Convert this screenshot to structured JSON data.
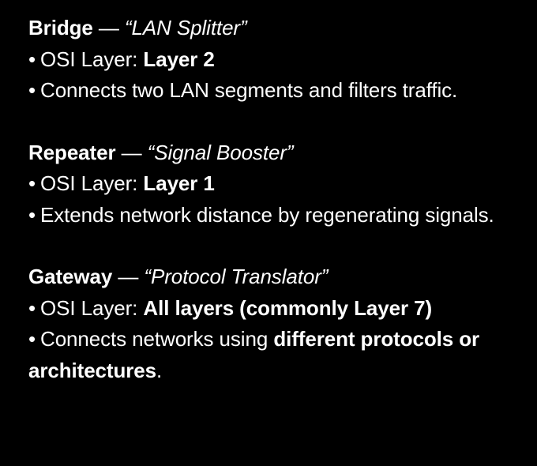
{
  "sections": [
    {
      "name": "Bridge",
      "dash": " — ",
      "nickname": "“LAN Splitter”",
      "bullet": "•",
      "layer_label": "OSI Layer: ",
      "layer_value": "Layer 2",
      "desc": "Connects two LAN segments and filters traffic."
    },
    {
      "name": "Repeater",
      "dash": " — ",
      "nickname": "“Signal Booster”",
      "bullet": "•",
      "layer_label": "OSI Layer: ",
      "layer_value": "Layer 1",
      "desc": "Extends network distance by regenerating signals."
    },
    {
      "name": "Gateway",
      "dash": " — ",
      "nickname": "“Protocol Translator”",
      "bullet": "•",
      "layer_label": "OSI Layer: ",
      "layer_value": "All layers (commonly Layer 7)",
      "desc_prefix": "Connects networks using ",
      "desc_bold": "different protocols or architectures",
      "desc_suffix": "."
    }
  ]
}
